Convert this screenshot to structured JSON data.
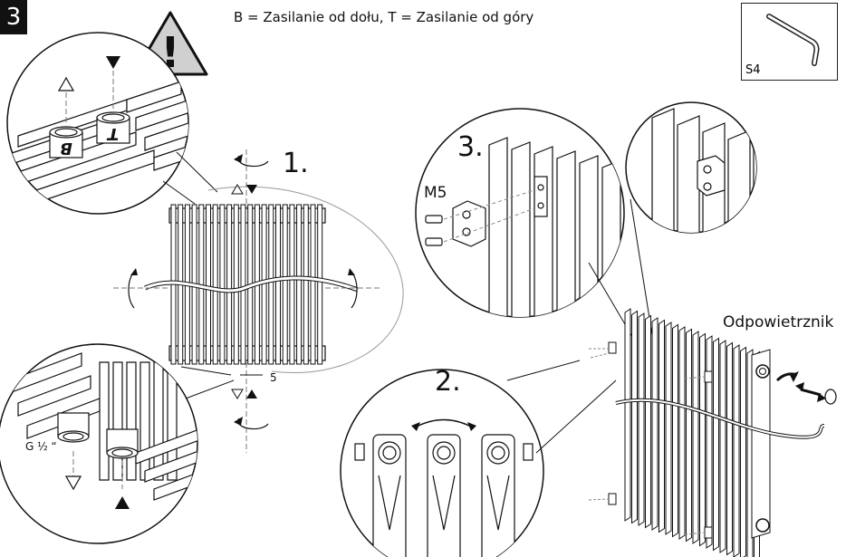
{
  "step_number": "3",
  "legend": "B = Zasilanie od dołu,  T = Zasilanie od góry",
  "tool": {
    "label": "S4"
  },
  "steps": {
    "s1": "1.",
    "s2": "2.",
    "s3": "3."
  },
  "labels": {
    "screw": "M5",
    "bleeder": "Odpowietrznik",
    "thread": "G ½ “",
    "offset": "5",
    "pipe_b": "B",
    "pipe_t": "T"
  },
  "colors": {
    "ink": "#1a1a1a",
    "thin": "#555555",
    "step_bg": "#111111"
  }
}
